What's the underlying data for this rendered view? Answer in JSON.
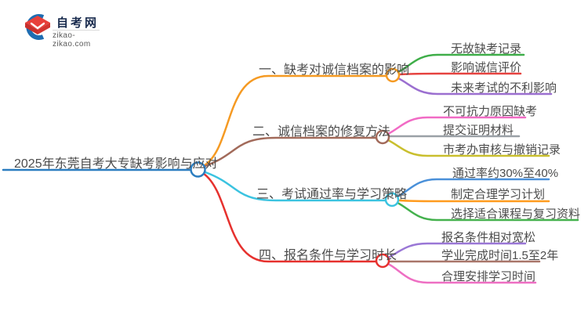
{
  "logo": {
    "title": "自考网",
    "domain": "zikao-zikao.com",
    "colors": {
      "swoosh": "#1e6db2",
      "cap": "#e8403a",
      "cap_shadow": "#c9302c"
    }
  },
  "mindmap": {
    "root": {
      "label": "2025年东莞自考大专缺考影响与应对",
      "color": "#2b7dc0"
    },
    "branches": [
      {
        "label": "一、缺考对诚信档案的影响",
        "color": "#f59a23",
        "children": [
          {
            "label": "无故缺考记录",
            "color": "#3fae49"
          },
          {
            "label": "影响诚信评价",
            "color": "#e64340"
          },
          {
            "label": "未来考试的不利影响",
            "color": "#9b6fd0"
          }
        ]
      },
      {
        "label": "二、诚信档案的修复方法",
        "color": "#a26a5a",
        "children": [
          {
            "label": "不可抗力原因缺考",
            "color": "#f16bc5"
          },
          {
            "label": "提交证明材料",
            "color": "#9aa0a6"
          },
          {
            "label": "市考办审核与撤销记录",
            "color": "#c9bf2e"
          }
        ]
      },
      {
        "label": "三、考试通过率与学习策略",
        "color": "#3bc3e0",
        "children": [
          {
            "label": "通过率约30%至40%",
            "color": "#4a90d9"
          },
          {
            "label": "制定合理学习计划",
            "color": "#ff9b1e"
          },
          {
            "label": "选择适合课程与复习资料",
            "color": "#44b14d"
          }
        ]
      },
      {
        "label": "四、报名条件与学习时长",
        "color": "#e6312e",
        "children": [
          {
            "label": "报名条件相对宽松",
            "color": "#9a77d6"
          },
          {
            "label": "学业完成时间1.5至2年",
            "color": "#a9766a"
          },
          {
            "label": "合理安排学习时间",
            "color": "#ee6fc3"
          }
        ]
      }
    ]
  }
}
